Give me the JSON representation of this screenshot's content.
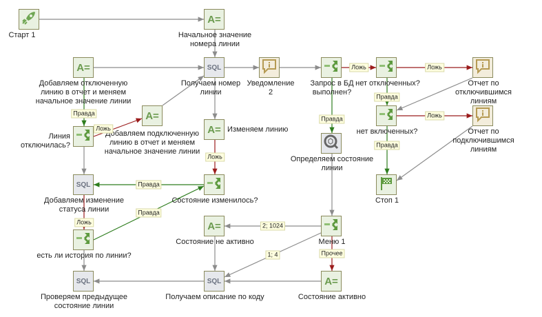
{
  "nodes": [
    {
      "id": "start",
      "type": "start",
      "icon": "rocket-icon",
      "label": "Старт 1"
    },
    {
      "id": "init",
      "type": "assign",
      "icon": "assign-icon",
      "label": "Начальное значение номера линии"
    },
    {
      "id": "addOff",
      "type": "assign",
      "icon": "assign-icon",
      "label": "Добавляем отключенную линию в отчет и меняем начальное значение линии"
    },
    {
      "id": "getNum",
      "type": "sql",
      "icon": "sql-icon",
      "label": "Получаем номер линии"
    },
    {
      "id": "notify",
      "type": "msg",
      "icon": "notification-icon",
      "label": "Уведомление 2"
    },
    {
      "id": "dbOk",
      "type": "cond",
      "icon": "condition-icon",
      "label": "Запрос в БД выполнен?"
    },
    {
      "id": "noOff",
      "type": "cond",
      "icon": "condition-icon",
      "label": "нет отключенных?"
    },
    {
      "id": "repOff",
      "type": "msg",
      "icon": "notification-icon",
      "label": "Отчет по отключившимся линиям"
    },
    {
      "id": "noOn",
      "type": "cond",
      "icon": "condition-icon",
      "label": "нет включенных?"
    },
    {
      "id": "repOn",
      "type": "msg",
      "icon": "notification-icon",
      "label": "Отчет по подключившимся линиям"
    },
    {
      "id": "detect",
      "type": "query",
      "icon": "query-icon",
      "label": "Определяем состояние линии"
    },
    {
      "id": "stop",
      "type": "stop",
      "icon": "finish-flag-icon",
      "label": "Стоп 1"
    },
    {
      "id": "addOn",
      "type": "assign",
      "icon": "assign-icon",
      "label": "Добавляем подключенную линию в отчет и меняем начальное значение линии"
    },
    {
      "id": "lineOff",
      "type": "cond",
      "icon": "condition-icon",
      "label": "Линия отключилась?"
    },
    {
      "id": "change",
      "type": "assign",
      "icon": "assign-icon",
      "label": "Изменяем линию"
    },
    {
      "id": "addStatus",
      "type": "sql",
      "icon": "sql-icon",
      "label": "Добавляем изменение статуса линии"
    },
    {
      "id": "changed",
      "type": "cond",
      "icon": "condition-icon",
      "label": "Состояние изменилось?"
    },
    {
      "id": "history",
      "type": "cond",
      "icon": "condition-icon",
      "label": "есть ли история по линии?"
    },
    {
      "id": "inactive",
      "type": "assign",
      "icon": "assign-icon",
      "label": "Состояние не активно"
    },
    {
      "id": "menu",
      "type": "cond",
      "icon": "menu-icon",
      "label": "Меню 1"
    },
    {
      "id": "checkPrev",
      "type": "sql",
      "icon": "sql-icon",
      "label": "Проверяем предыдущее состояние линии"
    },
    {
      "id": "getDesc",
      "type": "sql",
      "icon": "sql-icon",
      "label": "Получаем описание по коду"
    },
    {
      "id": "active",
      "type": "assign",
      "icon": "assign-icon",
      "label": "Состояние активно"
    }
  ],
  "edge_labels": {
    "true": "Правда",
    "false": "Ложь",
    "other": "Прочее",
    "case1": "1; 4",
    "case2": "2; 1024"
  },
  "colors": {
    "default": "#8c8c8c",
    "true": "#2e7d1e",
    "false": "#9b1c1c"
  },
  "icon_text": {
    "assign": "A=",
    "sql": "SQL"
  }
}
